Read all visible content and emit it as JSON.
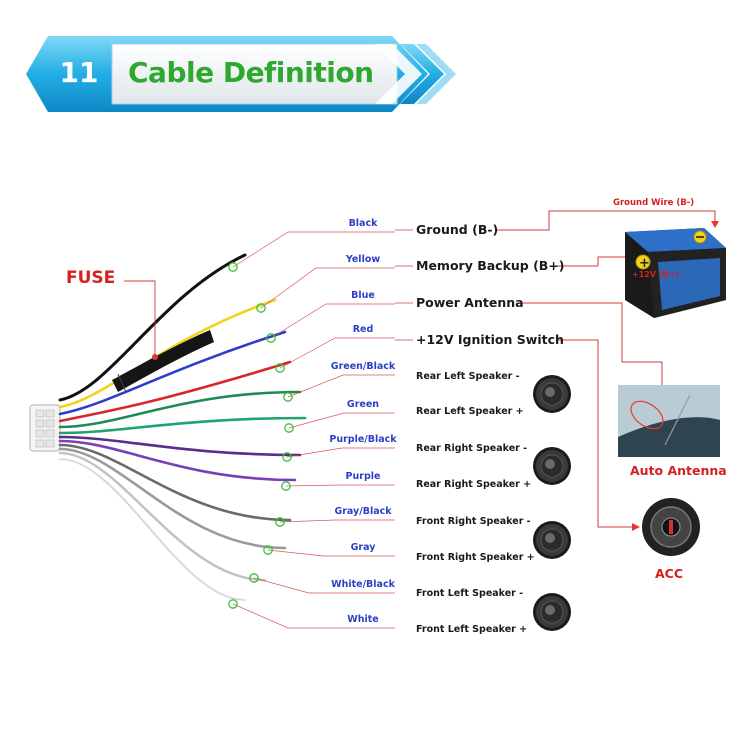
{
  "header": {
    "number": "11",
    "title": "Cable Definition"
  },
  "fuse_label": "FUSE",
  "wires": [
    {
      "color_name": "Black",
      "color": "#111111",
      "function": "Ground (B-)",
      "style": "main"
    },
    {
      "color_name": "Yellow",
      "color": "#f2d21a",
      "function": "Memory Backup (B+)",
      "style": "main"
    },
    {
      "color_name": "Blue",
      "color": "#2d3fc8",
      "function": "Power Antenna",
      "style": "main"
    },
    {
      "color_name": "Red",
      "color": "#d8262a",
      "function": "+12V Ignition Switch",
      "style": "main"
    },
    {
      "color_name": "Green/Black",
      "color": "#1e8a56",
      "function": "Rear Left Speaker -",
      "style": "small"
    },
    {
      "color_name": "Green",
      "color": "#1fa46a",
      "function": "Rear Left Speaker +",
      "style": "small"
    },
    {
      "color_name": "Purple/Black",
      "color": "#5a2d8c",
      "function": "Rear Right Speaker -",
      "style": "small"
    },
    {
      "color_name": "Purple",
      "color": "#7a3fb8",
      "function": "Rear Right Speaker +",
      "style": "small"
    },
    {
      "color_name": "Gray/Black",
      "color": "#6a6a6a",
      "function": "Front Right Speaker -",
      "style": "small"
    },
    {
      "color_name": "Gray",
      "color": "#9a9a9a",
      "function": "Front Right Speaker +",
      "style": "small"
    },
    {
      "color_name": "White/Black",
      "color": "#c8c8c8",
      "function": "Front Left Speaker -",
      "style": "small"
    },
    {
      "color_name": "White",
      "color": "#eeeeee",
      "function": "Front Left Speaker +",
      "style": "small"
    }
  ],
  "battery": {
    "label": "Ground Wire (B-)",
    "plus_text": "+12V (B+)"
  },
  "auto_antenna_label": "Auto Antenna",
  "acc_label": "ACC",
  "colors": {
    "accent_blue": "#1aa7e0",
    "title_green": "#2fa82f",
    "annotation_red": "#d42020",
    "label_blue": "#2b3fc4"
  }
}
